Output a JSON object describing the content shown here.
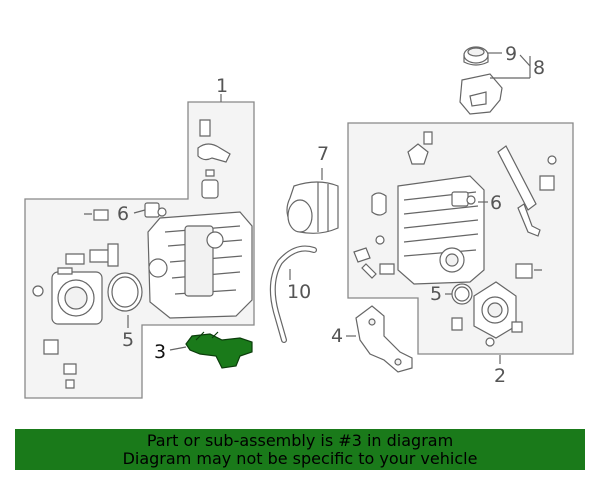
{
  "callouts": {
    "c1": "1",
    "c2": "2",
    "c3": "3",
    "c4": "4",
    "c5a": "5",
    "c5b": "5",
    "c6a": "6",
    "c6b": "6",
    "c7": "7",
    "c8": "8",
    "c9": "9",
    "c10": "10"
  },
  "colors": {
    "highlight_part": "#1a7a1a",
    "banner_background": "#1a7a1a",
    "box_fill": "#f4f4f4",
    "line": "#666666"
  },
  "banner": {
    "line1": "Part or sub-assembly is #3 in diagram",
    "line2": "Diagram may not be specific to your vehicle"
  }
}
